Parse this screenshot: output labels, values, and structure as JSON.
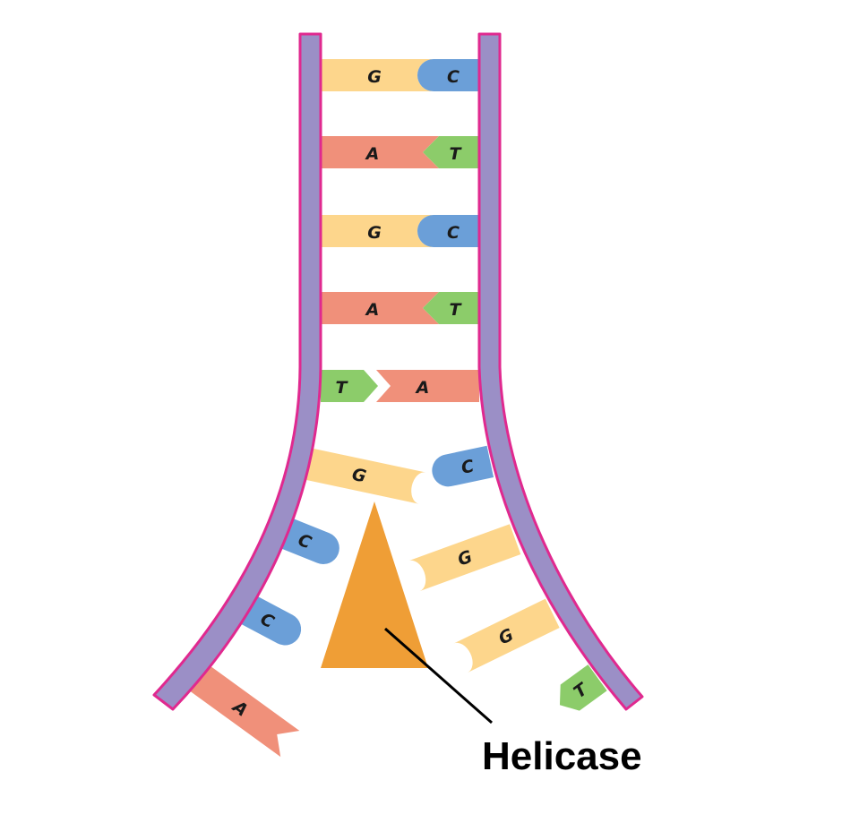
{
  "colors": {
    "backbone_fill": "#9b8fc6",
    "backbone_edge": "#e0298f",
    "base_G": "#fdd68c",
    "base_C": "#6b9fd8",
    "base_A": "#f0907a",
    "base_T": "#8ccc6a",
    "helicase": "#ef9e36"
  },
  "paired_rungs": [
    {
      "left": "G",
      "right": "C"
    },
    {
      "left": "A",
      "right": "T"
    },
    {
      "left": "G",
      "right": "C"
    },
    {
      "left": "A",
      "right": "T"
    },
    {
      "left": "T",
      "right": "A"
    }
  ],
  "unpaired_bases": {
    "left_strand": [
      "G",
      "C",
      "C",
      "A"
    ],
    "right_strand": [
      "C",
      "G",
      "G",
      "T"
    ]
  },
  "labels": {
    "helicase": "Helicase"
  }
}
